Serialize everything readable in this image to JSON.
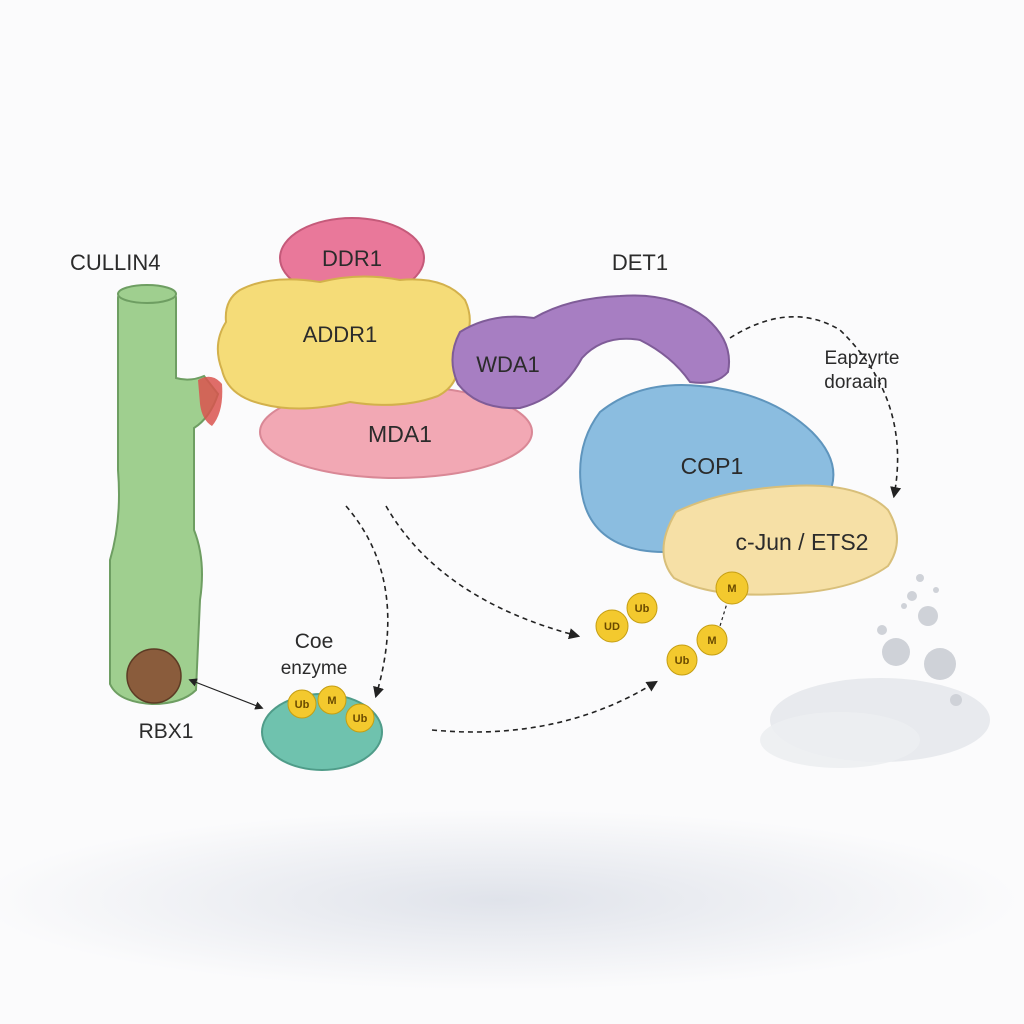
{
  "labels": {
    "cullin4": "CULLIN4",
    "ddr1": "DDR1",
    "addr1": "ADDR1",
    "mda1": "MDA1",
    "wda1": "WDA1",
    "det1": "DET1",
    "cop1": "COP1",
    "cjun_ets2": "c-Jun / ETS2",
    "enzyme_domain_line1": "Eapzyrte",
    "enzyme_domain_line2": "doraain",
    "core_enzyme_line1": "Coe",
    "core_enzyme_line2": "enzyme",
    "rbx1": "RBX1"
  },
  "ubiquitin_marks": [
    "Ub",
    "M",
    "Ub",
    "UD",
    "Ub",
    "M",
    "Ub",
    "M"
  ],
  "colors": {
    "cullin": "#9fcf8f",
    "ddr1": "#e9789a",
    "addr1": "#f5dc78",
    "mda1": "#f2a8b4",
    "wda1": "#a77ec2",
    "cop1": "#8bbde0",
    "cjun": "#f6e0a6",
    "core_enzyme": "#6fc2ae",
    "rbx1": "#8a5c3c",
    "ubiquitin": "#f3c92e"
  }
}
